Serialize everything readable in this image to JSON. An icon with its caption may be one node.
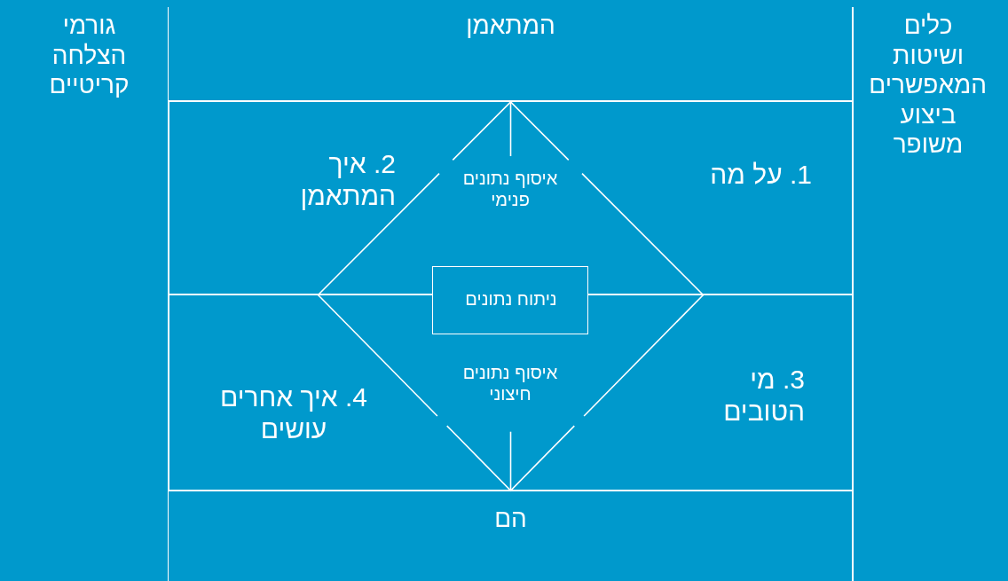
{
  "diagram": {
    "nodes": [
      {
        "text": [
          "גורמי הצלחה קריטיים"
        ]
      },
      {
        "text": [
          "המתאמן"
        ]
      },
      {
        "text": [
          "2. איך המתאמן"
        ]
      },
      {
        "text": [
          "1. על מה"
        ]
      },
      {
        "text": [
          "4. איך אחרים עושים"
        ]
      },
      {
        "text": [
          "3. מי הטובים"
        ]
      },
      {
        "text": [
          "איסוף נתונים פנימי"
        ]
      },
      {
        "text": [
          "ניתוח נתונים"
        ]
      },
      {
        "text": [
          "איסוף נתונים חיצוני"
        ]
      },
      {
        "text": [
          "הם"
        ]
      },
      {
        "text": [
          "כלים ושיטות המאפשרים ביצוע משופר"
        ]
      }
    ],
    "edges": []
  }
}
